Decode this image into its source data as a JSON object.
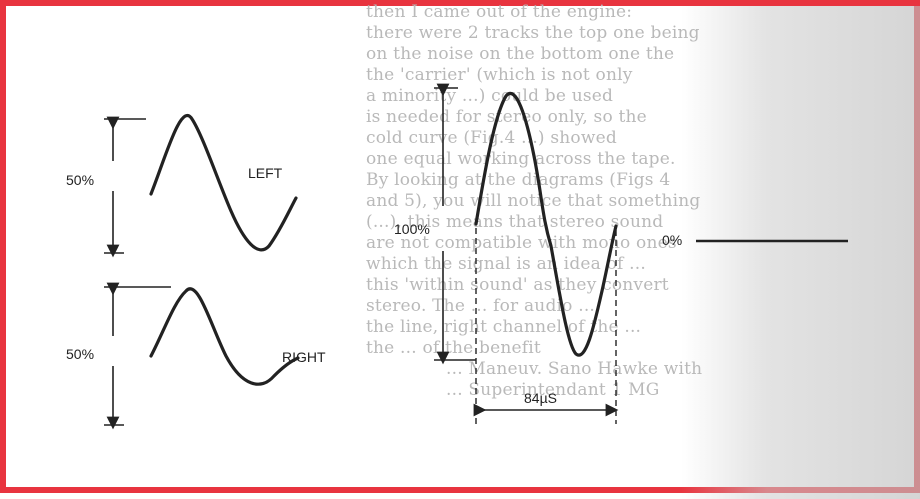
{
  "labels": {
    "left_level": "50%",
    "left_channel": "LEFT",
    "right_level": "50%",
    "right_channel": "RIGHT",
    "center_level": "100%",
    "duration": "84µS",
    "zero_level": "0%"
  },
  "background_text": [
    "then I came out of the engine:",
    "there were 2 tracks the top one being",
    "on the noise on the bottom one the",
    "the 'carrier' (which is not only",
    "a minority ...) could be used",
    "is needed for stereo only, so the",
    "cold curve (Fig.4 ...) showed",
    "one equal working across the tape.",
    "By looking at the diagrams (Figs 4",
    "and 5), you will notice that something",
    "(...), this means that stereo sound",
    "are not compatible with mono ones",
    "which the signal is an idea of ...",
    "this 'within sound' as they convert",
    "stereo. The ... for audio ...",
    "the line, right channel of the ...",
    "the ... of the benefit"
  ],
  "caption_fragments": [
    "... Maneuv. Sano Hawke with",
    "... Superintendant 1 MG"
  ],
  "colors": {
    "border": "#e8343f",
    "ink": "#222222",
    "faded_text": "#b9b9b9"
  }
}
